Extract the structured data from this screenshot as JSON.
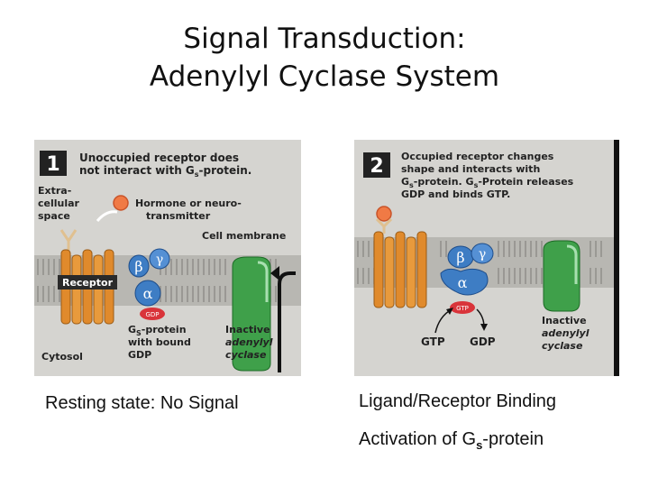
{
  "title": {
    "line1": "Signal Transduction:",
    "line2": "Adenylyl Cyclase System"
  },
  "panel1": {
    "number": "1",
    "header_line1": "Unoccupied receptor does",
    "header_line2": "not interact with G",
    "header_line2_sub": "s",
    "header_line2_end": "-protein.",
    "extracellular_1": "Extra-",
    "extracellular_2": "cellular",
    "extracellular_3": "space",
    "hormone_1": "Hormone or neuro-",
    "hormone_2": "transmitter",
    "membrane": "Cell membrane",
    "receptor": "Receptor",
    "beta": "β",
    "gamma": "γ",
    "alpha": "α",
    "gdp_badge": "GDP",
    "gs_1": "G",
    "gs_1_sub": "S",
    "gs_1_end": "-protein",
    "gs_2": "with bound",
    "gs_3": "GDP",
    "inactive_1": "Inactive",
    "inactive_2": "adenylyl",
    "inactive_3": "cyclase",
    "cytosol": "Cytosol"
  },
  "panel2": {
    "number": "2",
    "header_line1": "Occupied receptor changes",
    "header_line2": "shape and interacts with",
    "header_line3": "G",
    "header_line3_sub": "s",
    "header_line3_end": "-protein. G",
    "header_line3_sub2": "s",
    "header_line3_end2": "-Protein releases",
    "header_line4": "GDP and binds GTP.",
    "beta": "β",
    "gamma": "γ",
    "alpha": "α",
    "gtp_badge": "GTP",
    "gtp": "GTP",
    "gdp": "GDP",
    "inactive_1": "Inactive",
    "inactive_2": "adenylyl",
    "inactive_3": "cyclase"
  },
  "captions": {
    "resting": "Resting state: No Signal",
    "binding": "Ligand/Receptor Binding",
    "activation_pre": "Activation of G",
    "activation_sub": "s",
    "activation_post": "-protein"
  },
  "colors": {
    "panel_bg": "#d5d4d0",
    "receptor": "#e08a2c",
    "g_protein": "#3e7dc4",
    "cyclase": "#3fa04a",
    "badge_red": "#d9343a",
    "ligand": "#f07a45"
  }
}
